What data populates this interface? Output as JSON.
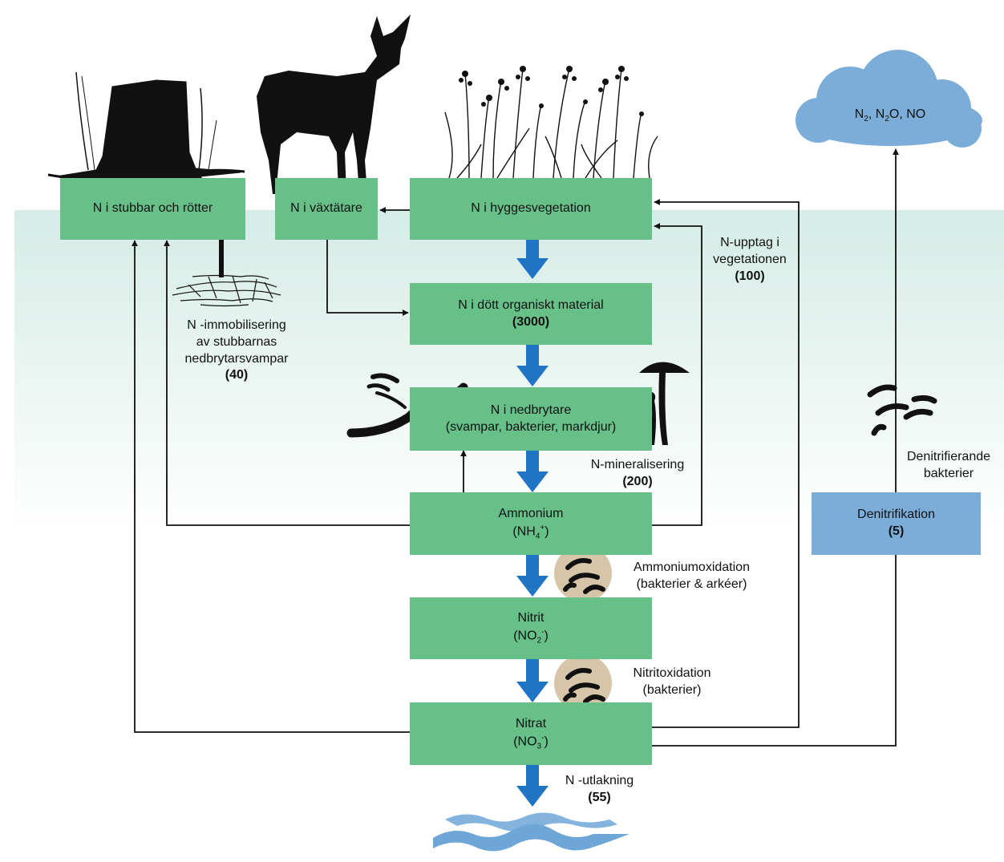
{
  "colors": {
    "box_green": "#66c088",
    "box_blue": "#7badd8",
    "flow_arrow": "#1f74c4",
    "cloud": "#7badd8",
    "ground_gradient_top": "#d7ede7",
    "bacteria_circle": "#d6c5a8",
    "water": "#6fa6d8"
  },
  "boxes": {
    "stumps": "N i stubbar och rötter",
    "herbivores": "N i växtätare",
    "vegetation": "N i hyggesvegetation",
    "dead_organic": {
      "label": "N i dött organiskt material",
      "value": "(3000)"
    },
    "decomposers": {
      "line1": "N i nedbrytare",
      "line2": "(svampar, bakterier, markdjur)"
    },
    "ammonium": {
      "label": "Ammonium",
      "formula_base": "(NH",
      "formula_sub": "4",
      "formula_sup": "+",
      "formula_end": ")"
    },
    "nitrite": {
      "label": "Nitrit",
      "formula_base": "(NO",
      "formula_sub": "2",
      "formula_sup": "-",
      "formula_end": ")"
    },
    "nitrate": {
      "label": "Nitrat",
      "formula_base": "(NO",
      "formula_sub": "3",
      "formula_sup": "-",
      "formula_end": ")"
    },
    "denitrification": {
      "label": "Denitrifikation",
      "value": "(5)"
    }
  },
  "cloud": {
    "n2": "N",
    "n2_sub": "2",
    "n2o": ", N",
    "n2o_sub": "2",
    "n2o_end": "O, NO"
  },
  "labels": {
    "immobilization": {
      "line1": "N -immobilisering",
      "line2": "av stubbarnas",
      "line3": "nedbrytarsvampar",
      "value": "(40)"
    },
    "uptake": {
      "line1": "N-upptag i",
      "line2": "vegetationen",
      "value": "(100)"
    },
    "mineralization": {
      "label": "N-mineralisering",
      "value": "(200)"
    },
    "ammonium_oxidation": {
      "line1": "Ammoniumoxidation",
      "line2": "(bakterier & arkéer)"
    },
    "nitrite_oxidation": {
      "line1": "Nitritoxidation",
      "line2": "(bakterier)"
    },
    "leaching": {
      "label": "N -utlakning",
      "value": "(55)"
    },
    "denitrifying_bacteria": {
      "line1": "Denitrifierande",
      "line2": "bakterier"
    }
  },
  "icons": [
    "tree-stump-icon",
    "deer-icon",
    "grass-icon",
    "mushroom-icon",
    "mycelium-icon",
    "earthworm-icon",
    "bacteria-icon",
    "cloud-icon",
    "water-waves-icon"
  ]
}
